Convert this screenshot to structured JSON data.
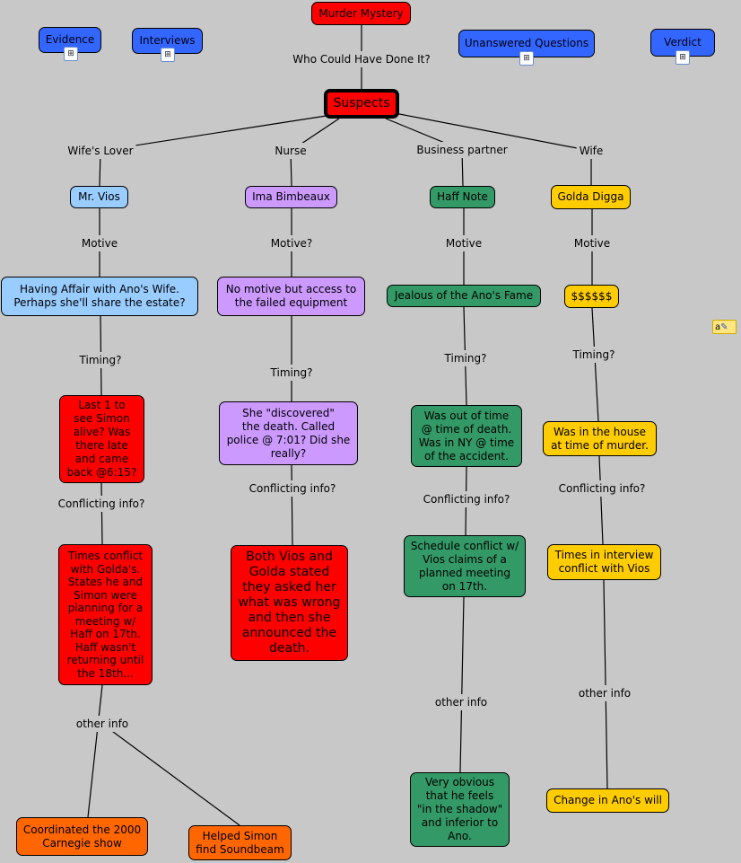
{
  "colors": {
    "background": "#c8c8c8",
    "red": "#ff0000",
    "blue": "#3366ff",
    "light_blue": "#99ccff",
    "purple": "#cc99ff",
    "green": "#339966",
    "yellow": "#ffcc00",
    "orange": "#ff6600"
  },
  "top": {
    "title": "Murder Mystery",
    "evidence": "Evidence",
    "interviews": "Interviews",
    "unanswered": "Unanswered Questions",
    "verdict": "Verdict",
    "link": "Who Could Have Done It?",
    "suspects": "Suspects"
  },
  "suspects": [
    {
      "role": "Wife's Lover",
      "name": "Mr. Vios",
      "motive_label": "Motive",
      "motive": "Having Affair with Ano's Wife.\nPerhaps she'll share the estate?",
      "timing_label": "Timing?",
      "timing": "Last 1 to\nsee Simon\nalive? Was\nthere late\nand came\nback @6:15?",
      "conflict_label": "Conflicting info?",
      "conflict": "Times conflict\nwith Golda's.\nStates he and\nSimon were\nplanning for a\nmeeting w/\nHaff on 17th.\nHaff wasn't\nreturning until\nthe 18th...",
      "other_label": "other info",
      "other": [
        "Coordinated the 2000\nCarnegie show",
        "Helped Simon\nfind Soundbeam"
      ]
    },
    {
      "role": "Nurse",
      "name": "Ima Bimbeaux",
      "motive_label": "Motive?",
      "motive": "No motive but access to\nthe failed equipment",
      "timing_label": "Timing?",
      "timing": "She \"discovered\"\nthe death. Called\npolice @ 7:01? Did she\nreally?",
      "conflict_label": "Conflicting info?",
      "conflict": "Both Vios and\nGolda stated\nthey asked her\nwhat was wrong\nand then she\nannounced the\ndeath."
    },
    {
      "role": "Business partner",
      "name": "Haff Note",
      "motive_label": "Motive",
      "motive": "Jealous of the Ano's Fame",
      "timing_label": "Timing?",
      "timing": "Was out of time\n@ time of death.\nWas in NY @ time\nof the accident.",
      "conflict_label": "Conflicting info?",
      "conflict": "Schedule conflict w/\nVios claims of a\nplanned meeting\non 17th.",
      "other_label": "other info",
      "other": [
        "Very obvious\nthat he feels\n\"in the shadow\"\nand inferior to\nAno."
      ]
    },
    {
      "role": "Wife",
      "name": "Golda Digga",
      "motive_label": "Motive",
      "motive": "$$$$$$",
      "timing_label": "Timing?",
      "timing": "Was in the house\nat time of murder.",
      "conflict_label": "Conflicting info?",
      "conflict": "Times in interview\nconflict with Vios",
      "other_label": "other info",
      "other": [
        "Change in Ano's will"
      ]
    }
  ]
}
